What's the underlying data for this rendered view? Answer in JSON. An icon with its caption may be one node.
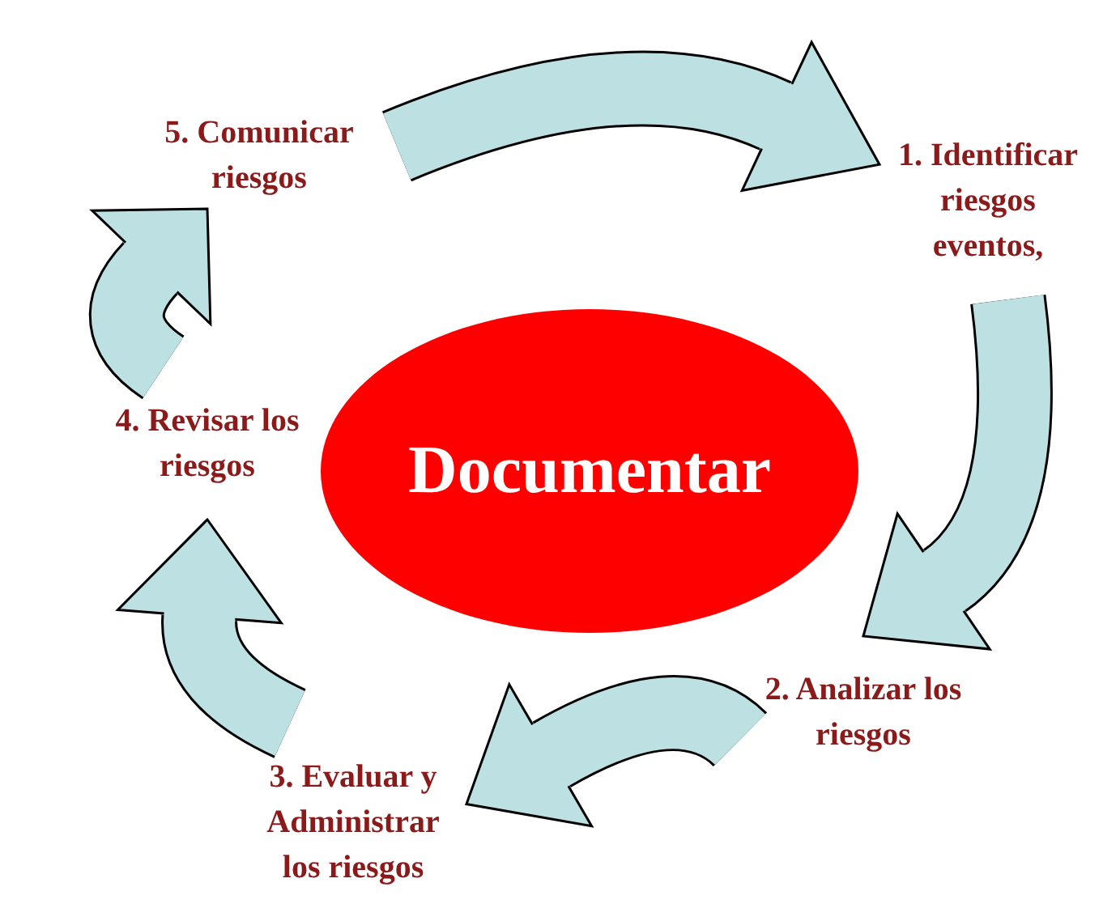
{
  "diagram": {
    "nodes": [
      {
        "text": [
          "1. Identificar riesgos eventos,"
        ]
      },
      {
        "text": [
          "2. Analizar los riesgos"
        ]
      },
      {
        "text": [
          "3. Evaluar y Administrar los riesgos"
        ]
      },
      {
        "text": [
          "4. Revisar los riesgos"
        ]
      },
      {
        "text": [
          "5. Comunicar riesgos"
        ]
      },
      {
        "text": [
          "Documentar"
        ]
      }
    ],
    "edges": [
      {
        "from": 4,
        "to": 0,
        "arrow": "to"
      },
      {
        "from": 0,
        "to": 1,
        "arrow": "to"
      },
      {
        "from": 1,
        "to": 2,
        "arrow": "to"
      },
      {
        "from": 2,
        "to": 3,
        "arrow": "to"
      },
      {
        "from": 3,
        "to": 4,
        "arrow": "to"
      }
    ]
  }
}
